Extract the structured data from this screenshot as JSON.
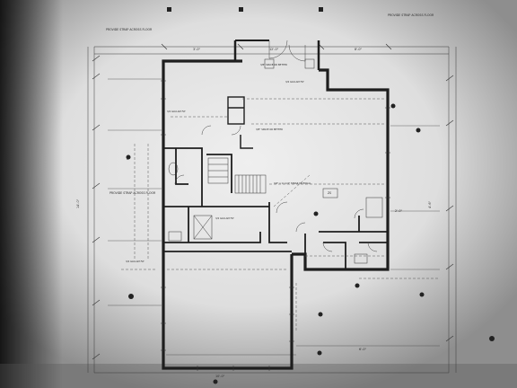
{
  "drawing": {
    "notes": {
      "top_left_callout": "PROVIDE STRAP ACROSS FLOOR",
      "top_right_callout": "PROVIDE STRAP ACROSS FLOOR",
      "left_mid_callout": "PROVIDE STRAP ACROSS FLOOR",
      "lvl_beam_1": "3/4 GLULAM FLT",
      "lvl_beam_2": "3/4 GLULAM FLT",
      "lvl_beam_3": "3/4 GLULAM FLT",
      "lvl_beam_4": "3/4 GLULAM FLT",
      "joist_note_1": "3/8\" SPACE OR BETTER",
      "joist_note_2": "3/8\" SPACE OR BETTER",
      "header_note": "3/4\" x 11 1/4\" STRAP OR EQUAL",
      "corner_room_tag": "ZS",
      "window_tag": "A"
    },
    "dims": {
      "d1": "3'-0\"",
      "d2": "12'-0\"",
      "d3": "8'-0\"",
      "d4": "14'-0\"",
      "d5": "4'-6\"",
      "d6": "10'-0\"",
      "d7": "6'-0\"",
      "d8": "2'-0\""
    }
  }
}
